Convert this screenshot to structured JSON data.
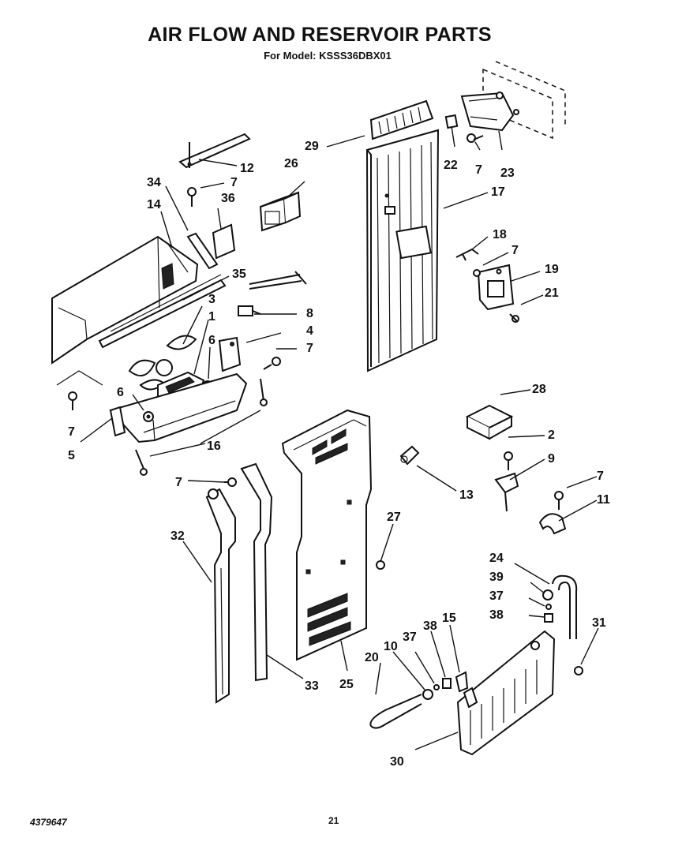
{
  "header": {
    "title": "AIR FLOW AND RESERVOIR PARTS",
    "subtitle": "For Model: KSSS36DBX01"
  },
  "footer": {
    "doc_number": "4379647",
    "page_number": "21"
  },
  "callouts": {
    "p1": "1",
    "p2": "2",
    "p3": "3",
    "p4": "4",
    "p5": "5",
    "p6a": "6",
    "p6b": "6",
    "p7a": "7",
    "p7b": "7",
    "p7c": "7",
    "p7d": "7",
    "p7e": "7",
    "p7f": "7",
    "p7g": "7",
    "p8": "8",
    "p9": "9",
    "p10": "10",
    "p11": "11",
    "p12": "12",
    "p13": "13",
    "p14": "14",
    "p15": "15",
    "p16": "16",
    "p17": "17",
    "p18": "18",
    "p19": "19",
    "p20": "20",
    "p21": "21",
    "p22": "22",
    "p23": "23",
    "p24": "24",
    "p25": "25",
    "p26": "26",
    "p27": "27",
    "p28": "28",
    "p29": "29",
    "p30": "30",
    "p31": "31",
    "p32": "32",
    "p33": "33",
    "p34": "34",
    "p35": "35",
    "p36": "36",
    "p37a": "37",
    "p37b": "37",
    "p38a": "38",
    "p38b": "38",
    "p39": "39"
  }
}
